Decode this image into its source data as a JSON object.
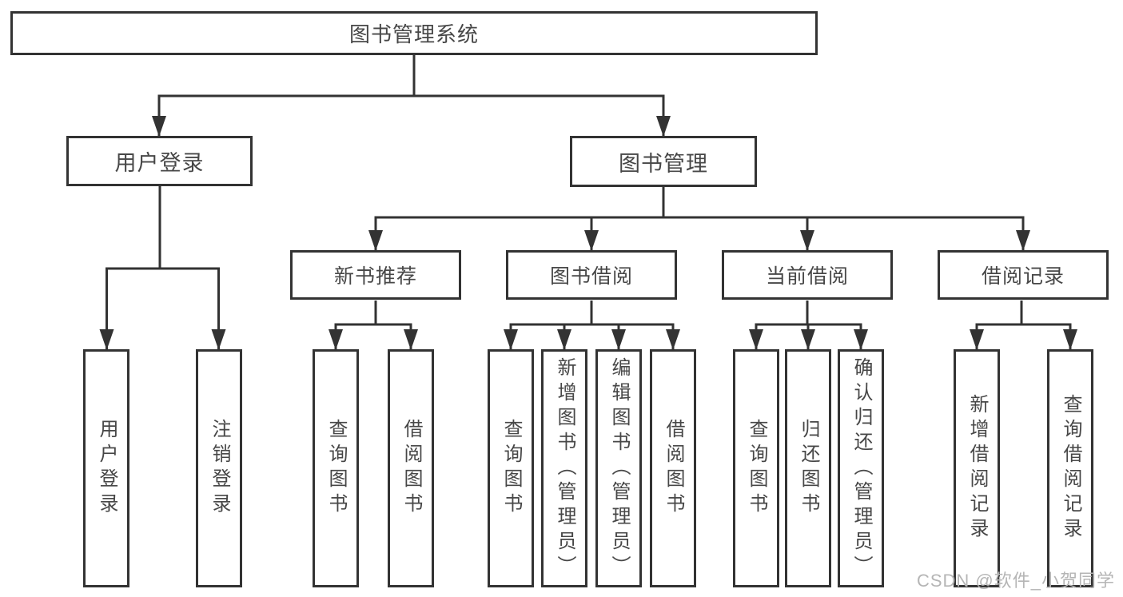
{
  "colors": {
    "line": "#333333",
    "text": "#474747",
    "box_background": "#ffffff",
    "watermark": "#b5b5b5"
  },
  "root": {
    "label": "图书管理系统"
  },
  "branches": [
    {
      "label": "用户登录",
      "children": [
        {
          "label": "用户登录"
        },
        {
          "label": "注销登录"
        }
      ]
    },
    {
      "label": "图书管理",
      "children": [
        {
          "label": "新书推荐",
          "children": [
            {
              "label": "查询图书"
            },
            {
              "label": "借阅图书"
            }
          ]
        },
        {
          "label": "图书借阅",
          "children": [
            {
              "label": "查询图书"
            },
            {
              "label": "新增图书（管理员）"
            },
            {
              "label": "编辑图书（管理员）"
            },
            {
              "label": "借阅图书"
            }
          ]
        },
        {
          "label": "当前借阅",
          "children": [
            {
              "label": "查询图书"
            },
            {
              "label": "归还图书"
            },
            {
              "label": "确认归还（管理员）"
            }
          ]
        },
        {
          "label": "借阅记录",
          "children": [
            {
              "label": "新增借阅记录"
            },
            {
              "label": "查询借阅记录"
            }
          ]
        }
      ]
    }
  ],
  "watermark": {
    "text": "CSDN @软件_小贺同学"
  }
}
